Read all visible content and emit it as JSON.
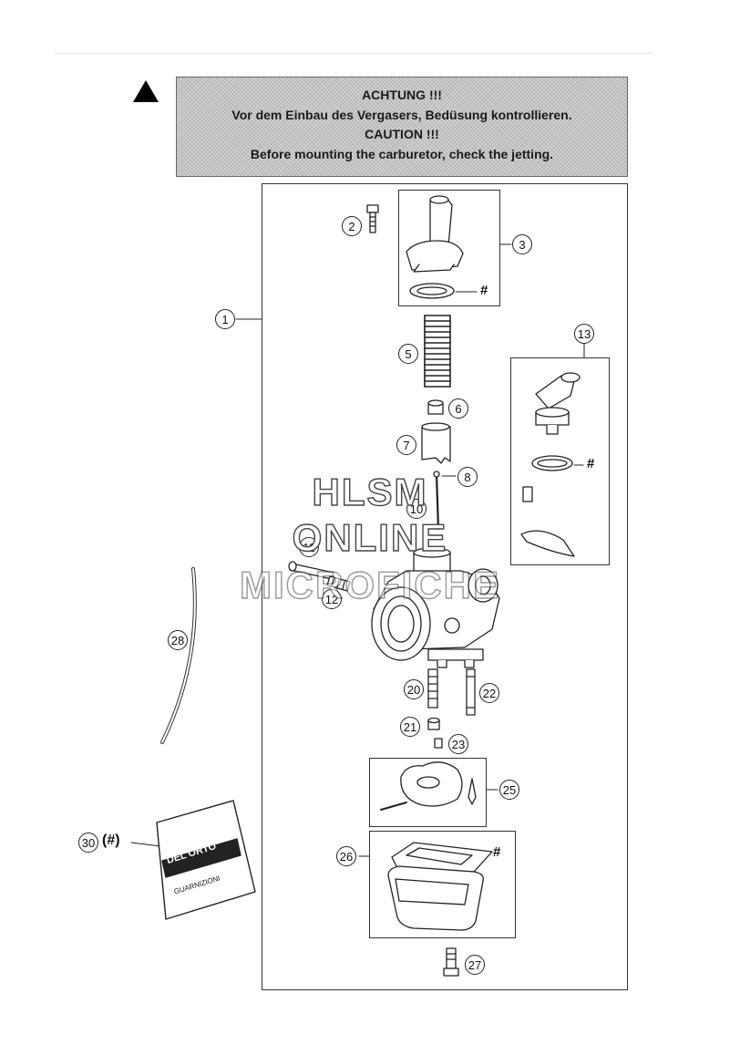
{
  "warning": {
    "line1": "ACHTUNG !!!",
    "line2": "Vor dem Einbau des Vergasers, Bedüsung kontrollieren.",
    "line3": "CAUTION !!!",
    "line4": "Before mounting the carburetor, check the jetting."
  },
  "callouts": {
    "c1": "1",
    "c2": "2",
    "c3": "3",
    "c5": "5",
    "c6": "6",
    "c7": "7",
    "c8": "8",
    "c10": "10",
    "c11": "11",
    "c12": "12",
    "c13": "13",
    "c20": "20",
    "c21": "21",
    "c22": "22",
    "c23": "23",
    "c25": "25",
    "c26": "26",
    "c27": "27",
    "c28": "28",
    "c30": "30"
  },
  "hash_mark": "#",
  "label_30_suffix": "(#)",
  "packet": {
    "brand": "DEL'ORTO",
    "text": "GUARNIZIONI"
  },
  "watermark": {
    "line1": "HLSM",
    "line2": "ONLINE",
    "line3": "MICROFICHE"
  }
}
